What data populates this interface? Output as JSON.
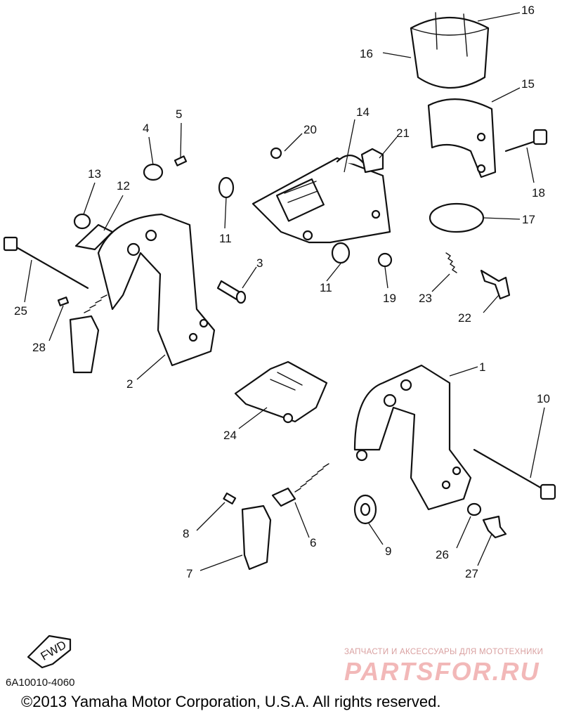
{
  "parts": [
    {
      "number": "16"
    },
    {
      "number": "16"
    },
    {
      "number": "15"
    },
    {
      "number": "14"
    },
    {
      "number": "21"
    },
    {
      "number": "20"
    },
    {
      "number": "18"
    },
    {
      "number": "17"
    },
    {
      "number": "5"
    },
    {
      "number": "4"
    },
    {
      "number": "13"
    },
    {
      "number": "12"
    },
    {
      "number": "11"
    },
    {
      "number": "3"
    },
    {
      "number": "11"
    },
    {
      "number": "19"
    },
    {
      "number": "23"
    },
    {
      "number": "22"
    },
    {
      "number": "25"
    },
    {
      "number": "28"
    },
    {
      "number": "2"
    },
    {
      "number": "1"
    },
    {
      "number": "10"
    },
    {
      "number": "24"
    },
    {
      "number": "8"
    },
    {
      "number": "7"
    },
    {
      "number": "6"
    },
    {
      "number": "9"
    },
    {
      "number": "26"
    },
    {
      "number": "27"
    }
  ],
  "fwd_label": "FWD",
  "catalog_number": "6A10010-4060",
  "copyright": "©2013 Yamaha Motor Corporation, U.S.A. All rights reserved.",
  "watermark": {
    "tagline": "ЗАПЧАСТИ И АКСЕССУАРЫ ДЛЯ МОТОТЕХНИКИ",
    "logo": "PARTSFOR.RU"
  }
}
